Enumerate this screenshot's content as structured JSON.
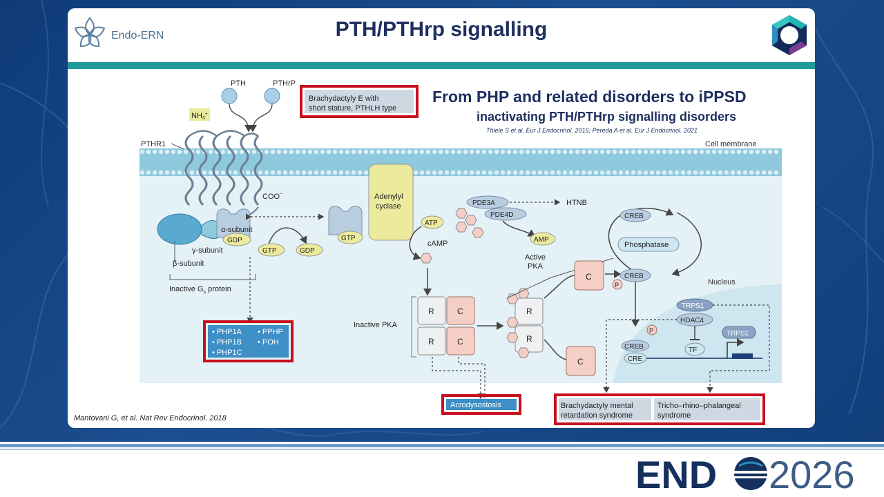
{
  "slide": {
    "title": "PTH/PTHrp signalling",
    "org_name": "Endo-ERN",
    "headline": "From PHP and related disorders to iPPSD",
    "subheadline": "inactivating PTH/PTHrp signalling disorders",
    "reference": "Thiele S et al. Eur J Endocrinol. 2016; Pereda A et al. Eur J Endocrinol. 2021",
    "figure_citation": "Mantovani G, et al. Nat Rev Endocrinol. 2018",
    "footer_brand_left": "END",
    "footer_brand_right": "2026"
  },
  "diagram": {
    "ligands": [
      "PTH",
      "PTHrP"
    ],
    "receptor_label": "PTHR1",
    "nh3_label": "NH",
    "nh3_sub": "3",
    "nh3_sup": "+",
    "coo_label": "COO",
    "coo_sup": "−",
    "cell_membrane_label": "Cell membrane",
    "nucleus_label": "Nucleus",
    "alpha_subunit": "α-subunit",
    "gamma_subunit": "γ-subunit",
    "beta_subunit": "β-subunit",
    "gdp": "GDP",
    "gtp": "GTP",
    "inactive_gs_pre": "Inactive G",
    "inactive_gs_sub": "s",
    "inactive_gs_post": " protein",
    "adenylyl_cyclase_line1": "Adenylyl",
    "adenylyl_cyclase_line2": "cyclase",
    "atp": "ATP",
    "camp": "cAMP",
    "amp": "AMP",
    "pde3a": "PDE3A",
    "pde4d": "PDE4D",
    "htnb": "HTNB",
    "inactive_pka": "Inactive PKA",
    "active_pka_line1": "Active",
    "active_pka_line2": "PKA",
    "r": "R",
    "c": "C",
    "creb": "CREB",
    "phosphatase": "Phosphatase",
    "p": "P",
    "trps1": "TRPS1",
    "hdac4": "HDAC4",
    "tf": "TF",
    "cre": "CRE"
  },
  "disorders": {
    "brachydactyly_e_line1": "Brachydactyly E with",
    "brachydactyly_e_line2": "short stature, PTHLH type",
    "php_list": [
      "• PHP1A",
      "• PHP1B",
      "• PHP1C",
      "• PPHP",
      "• POH"
    ],
    "acrodysostosis": "Acrodysostosis",
    "bdmr_line1": "Brachydactyly mental",
    "bdmr_line2": "retardation syndrome",
    "trps_line1": "Tricho–rhino–phalangeal",
    "trps_line2": "syndrome"
  },
  "colors": {
    "title": "#1d2f5f",
    "teal_bar": "#1e9a9c",
    "highlight_border": "#c8101e",
    "disorder_fill": "#cdd8e3",
    "php_fill": "#3d8fc6",
    "membrane": "#8ec9dd",
    "cytoplasm": "#e4f1f6",
    "nucleus": "#cde6ef",
    "node_blue": "#b9cde0",
    "node_yellow": "#ecea9c",
    "node_pink": "#f5cfc6"
  }
}
